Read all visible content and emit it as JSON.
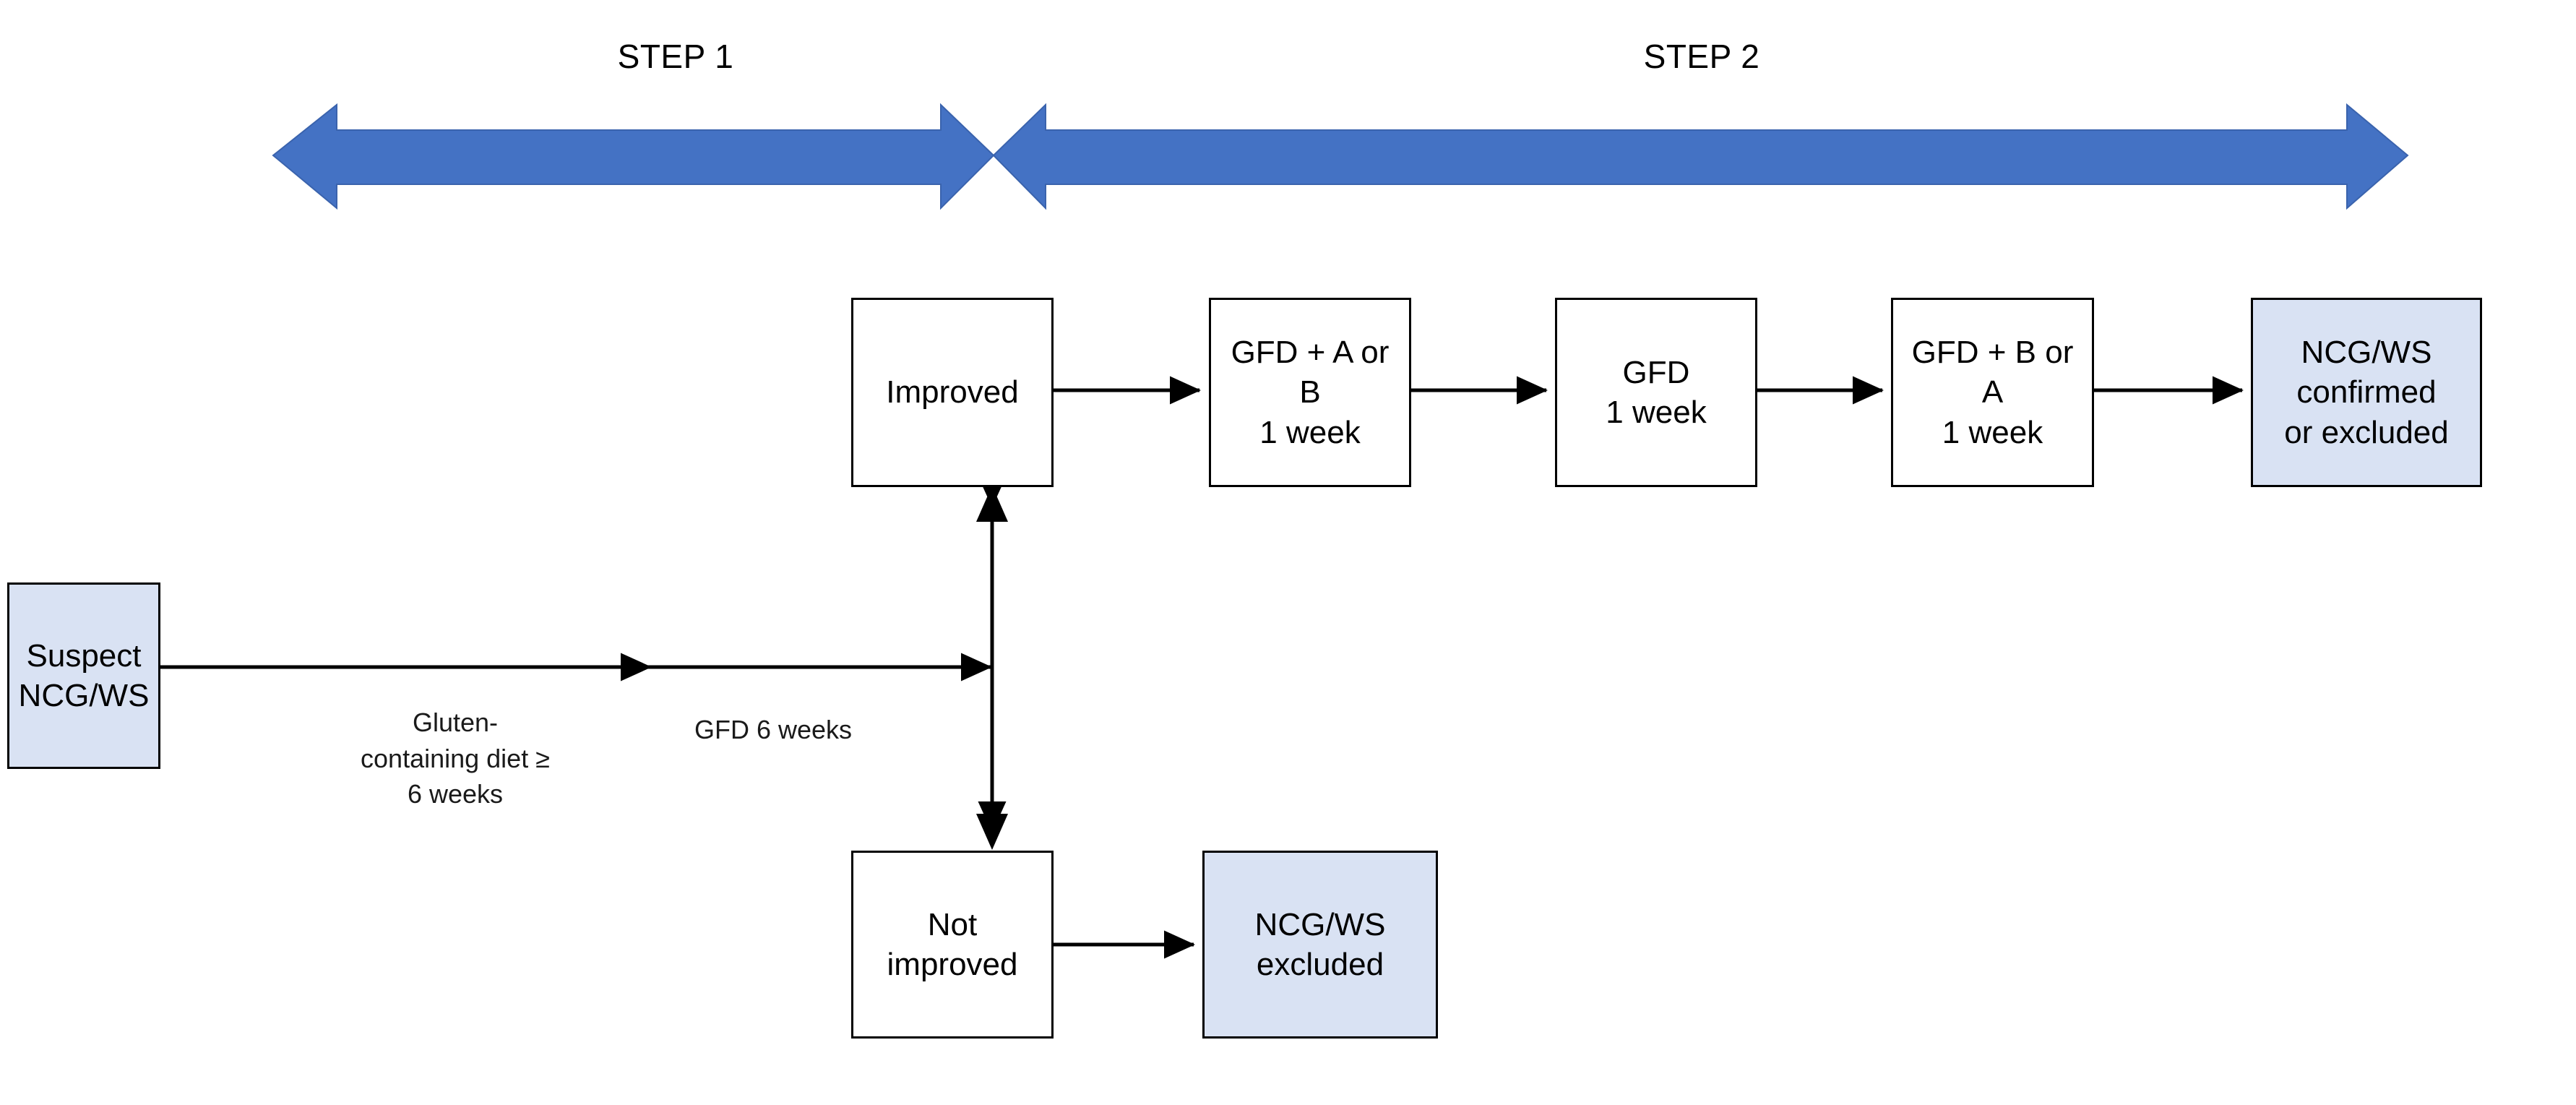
{
  "diagram": {
    "title_steps": [
      {
        "id": "step1",
        "label": "STEP 1"
      },
      {
        "id": "step2",
        "label": "STEP 2"
      }
    ],
    "colors": {
      "banner_arrow": "#4472c4",
      "banner_arrow_edge": "#3a63ad",
      "highlight_box_fill": "#d9e2f3",
      "plain_box_fill": "#ffffff",
      "stroke": "#000000"
    },
    "nodes": [
      {
        "id": "suspect",
        "label": "Suspect\nNCG/WS",
        "style": "highlight"
      },
      {
        "id": "improved",
        "label": "Improved",
        "style": "plain"
      },
      {
        "id": "not-improved",
        "label": "Not\nimproved",
        "style": "plain"
      },
      {
        "id": "ncgws-excluded",
        "label": "NCG/WS\nexcluded",
        "style": "highlight"
      },
      {
        "id": "gfd-a-or-b",
        "label": "GFD + A or B\n1 week",
        "style": "plain"
      },
      {
        "id": "gfd-washout",
        "label": "GFD\n1 week",
        "style": "plain"
      },
      {
        "id": "gfd-b-or-a",
        "label": "GFD + B or A\n1 week",
        "style": "plain"
      },
      {
        "id": "ncgws-confirmed",
        "label": "NCG/WS\nconfirmed\nor excluded",
        "style": "highlight"
      }
    ],
    "edge_labels": [
      {
        "id": "gluten-diet",
        "label": "Gluten-\ncontaining diet ≥\n6 weeks"
      },
      {
        "id": "gfd-6-weeks",
        "label": "GFD 6 weeks"
      }
    ]
  }
}
